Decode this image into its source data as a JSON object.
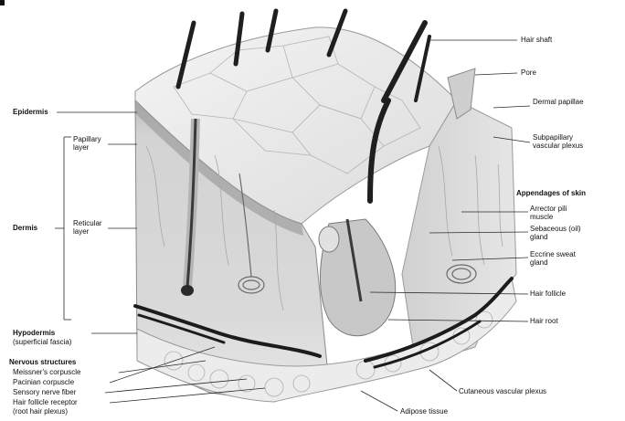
{
  "labels": {
    "hair_shaft": "Hair shaft",
    "pore": "Pore",
    "dermal_papillae": "Dermal papillae",
    "subpapillary_plexus": "Subpapillary vascular plexus",
    "appendages": "Appendages of skin",
    "arrector_pili": "Arrector pili muscle",
    "sebaceous_gland": "Sebaceous (oil) gland",
    "sweat_gland": "Eccrine sweat gland",
    "hair_follicle": "Hair follicle",
    "hair_root": "Hair root",
    "cutaneous_plexus": "Cutaneous vascular plexus",
    "adipose_tissue": "Adipose tissue",
    "epidermis": "Epidermis",
    "papillary_layer": "Papillary layer",
    "dermis": "Dermis",
    "reticular_layer": "Reticular layer",
    "hypodermis": "Hypodermis",
    "hypodermis_sub": "(superficial fascia)",
    "nervous_structures": "Nervous structures",
    "meissner": "Meissner's corpuscle",
    "pacinian": "Pacinian corpuscle",
    "sensory_nerve": "Sensory nerve fiber",
    "hair_follicle_receptor": "Hair follicle receptor",
    "root_hair_plexus": "(root hair plexus)"
  },
  "colors": {
    "line": "#2a2a2a",
    "surface": "#e9e9e9",
    "dermis": "#cfcfcf",
    "hypodermis": "#e4e4e4",
    "hair": "#1f1f1f"
  }
}
